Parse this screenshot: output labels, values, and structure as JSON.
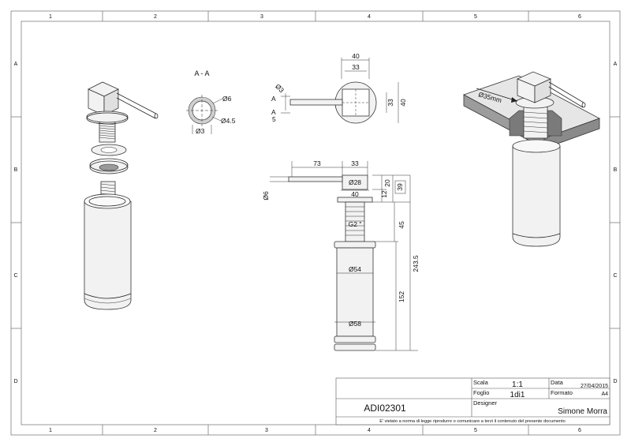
{
  "grid": {
    "columns": [
      "1",
      "2",
      "3",
      "4",
      "5",
      "6"
    ],
    "rows": [
      "A",
      "B",
      "C",
      "D"
    ]
  },
  "section_title": "A - A",
  "section_labels": {
    "a_top": "A",
    "a_bottom": "A"
  },
  "section_dims": {
    "outer_dia": "Ø6",
    "wall": "Ø4.5",
    "inner_dia": "Ø3"
  },
  "top_view_dims": {
    "width_40": "40",
    "width_33": "33",
    "height_33": "33",
    "height_40": "40",
    "spout_dia": "Ø3",
    "offset_5": "5"
  },
  "front_view_dims": {
    "length_73": "73",
    "length_33": "33",
    "dia_28": "Ø28",
    "dia_40": "40",
    "h_12": "12",
    "h_20": "20",
    "h_39": "39",
    "spout_dia_6": "Ø6",
    "thread": "G2 \"",
    "h_45": "45",
    "h_243_5": "243.5",
    "dia_54": "Ø54",
    "h_152": "152",
    "dia_58": "Ø58"
  },
  "iso_view": {
    "hole_dia": "Ø35mm"
  },
  "title_block": {
    "scale_label": "Scala",
    "scale_value": "1:1",
    "date_label": "Data",
    "date_value": "27/04/2015",
    "sheet_label": "Foglio",
    "sheet_value": "1di1",
    "format_label": "Formato",
    "format_value": "A4",
    "designer_label": "Designer",
    "designer_value": "Simone Morra",
    "part_code": "ADI02301",
    "notice": "E' vietato a norma di legge riprodurre o comunicare a terzi il contenuto del presente documento"
  }
}
